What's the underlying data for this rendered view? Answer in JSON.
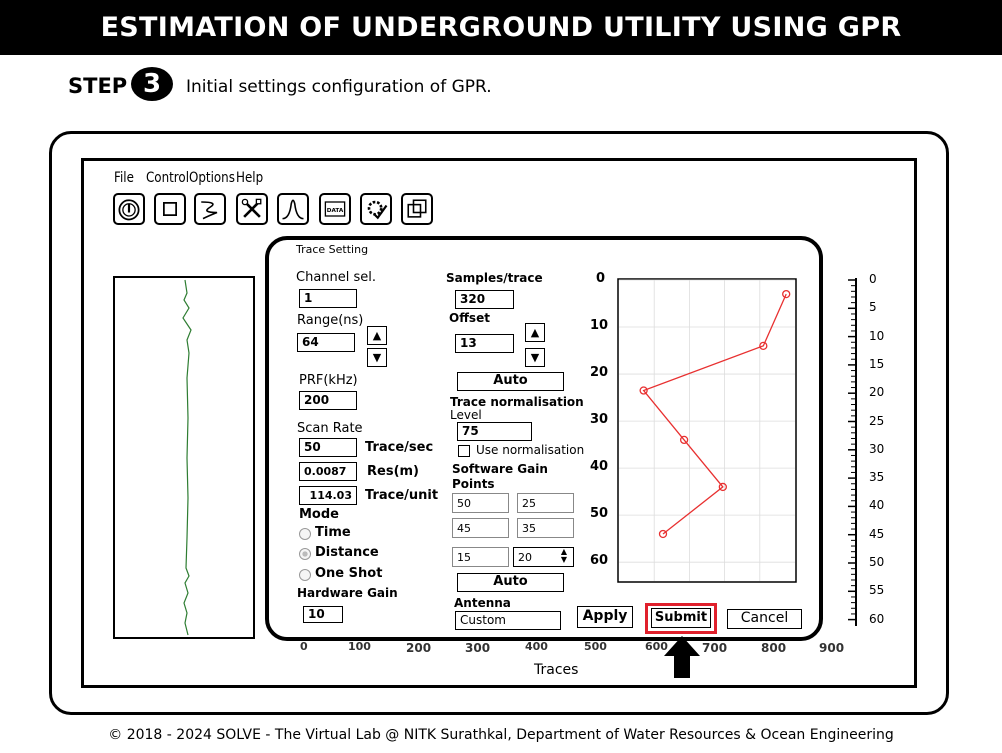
{
  "header": {
    "title": "ESTIMATION OF UNDERGROUND UTILITY USING GPR"
  },
  "step": {
    "label": "STEP",
    "number": "3",
    "description": "Initial settings configuration of GPR."
  },
  "menu": [
    "File",
    "Control",
    "Options",
    "Help"
  ],
  "toolbar": [
    {
      "name": "gauge-icon"
    },
    {
      "name": "square-icon"
    },
    {
      "name": "wave-icon"
    },
    {
      "name": "tools-icon"
    },
    {
      "name": "bell-curve-icon"
    },
    {
      "name": "data-icon",
      "text": "DATA"
    },
    {
      "name": "gear-check-icon"
    },
    {
      "name": "layers-icon"
    }
  ],
  "background_plot": {
    "x_axis_label": "Traces",
    "x_ticks": [
      "0",
      "100",
      "200",
      "300",
      "400",
      "500",
      "600",
      "700",
      "800",
      "900"
    ],
    "y_ticks": [
      "0",
      "5",
      "10",
      "15",
      "20",
      "25",
      "30",
      "35",
      "40",
      "45",
      "50",
      "55",
      "60"
    ]
  },
  "dialog": {
    "title": "Trace Setting",
    "channel_sel": {
      "label": "Channel sel.",
      "value": "1"
    },
    "range": {
      "label": "Range(ns)",
      "value": "64"
    },
    "prf": {
      "label": "PRF(kHz)",
      "value": "200"
    },
    "scan_rate": {
      "label": "Scan Rate",
      "value": "50",
      "unit": "Trace/sec"
    },
    "res": {
      "value": "0.0087",
      "unit": "Res(m)"
    },
    "trace_unit": {
      "value": "114.03",
      "unit": "Trace/unit"
    },
    "mode": {
      "label": "Mode",
      "options": [
        "Time",
        "Distance",
        "One Shot"
      ],
      "selected": "Distance"
    },
    "hardware_gain": {
      "label": "Hardware Gain",
      "value": "10"
    },
    "samples_trace": {
      "label": "Samples/trace",
      "value": "320"
    },
    "offset": {
      "label": "Offset",
      "value": "13"
    },
    "auto_label": "Auto",
    "trace_norm": {
      "label": "Trace normalisation",
      "sublabel": "Level",
      "value": "75",
      "checkbox_label": "Use normalisation"
    },
    "software_gain": {
      "label": "Software Gain",
      "sublabel": "Points",
      "points": [
        "50",
        "25",
        "45",
        "35",
        "15",
        "20"
      ]
    },
    "antenna": {
      "label": "Antenna",
      "value": "Custom"
    },
    "buttons": {
      "apply": "Apply",
      "submit": "Submit",
      "cancel": "Cancel"
    }
  },
  "chart_data": {
    "type": "line",
    "y_ticks": [
      "0",
      "10",
      "20",
      "30",
      "40",
      "50",
      "60"
    ],
    "ylim": [
      0,
      64
    ],
    "xlim": [
      0,
      100
    ],
    "points": [
      {
        "x": 95,
        "y": 3
      },
      {
        "x": 82,
        "y": 14
      },
      {
        "x": 14,
        "y": 23.5
      },
      {
        "x": 37,
        "y": 34
      },
      {
        "x": 59,
        "y": 44
      },
      {
        "x": 25,
        "y": 54
      }
    ],
    "line_color": "#e83030",
    "grid": true
  },
  "footer": {
    "text": "© 2018 - 2024 SOLVE - The Virtual Lab @ NITK Surathkal, Department of Water Resources & Ocean Engineering"
  },
  "colors": {
    "highlight": "#e0202c",
    "trace_line": "#2e7d32"
  }
}
